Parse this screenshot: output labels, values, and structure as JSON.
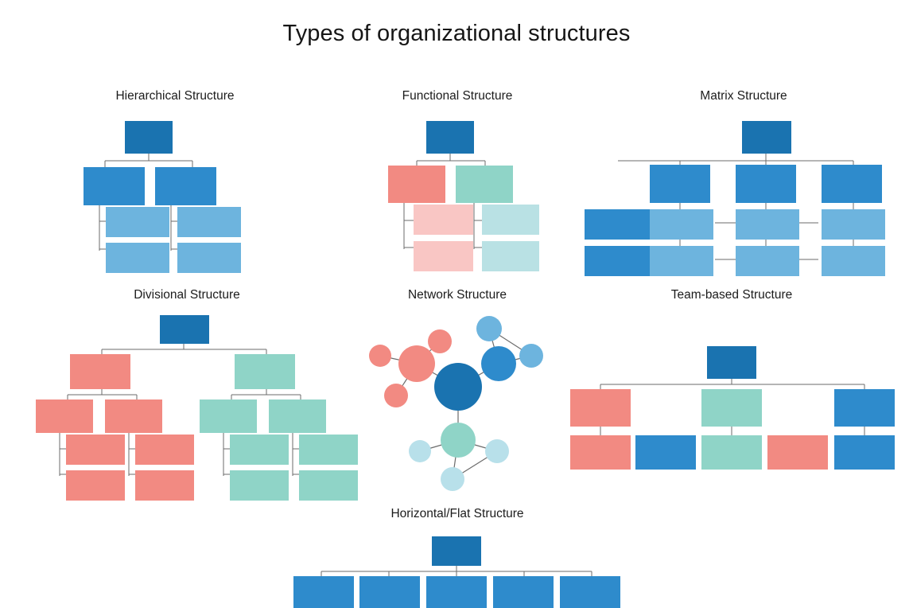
{
  "title": "Types of organizational structures",
  "colors": {
    "root_blue": "#1a73b0",
    "mid_blue": "#2e8bcc",
    "light_blue": "#6db4de",
    "pale_blue": "#b8e0ea",
    "salmon": "#f28a82",
    "pale_pink": "#f9c6c4",
    "teal": "#8fd4c7",
    "pale_teal": "#b9e1e4",
    "connector": "#6b6b6b",
    "background": "#ffffff",
    "text": "#1a1a1a"
  },
  "panels": [
    {
      "id": "hierarchical",
      "label": "Hierarchical Structure"
    },
    {
      "id": "functional",
      "label": "Functional Structure"
    },
    {
      "id": "matrix",
      "label": "Matrix Structure"
    },
    {
      "id": "divisional",
      "label": "Divisional Structure"
    },
    {
      "id": "network",
      "label": "Network Structure"
    },
    {
      "id": "team_based",
      "label": "Team-based Structure"
    },
    {
      "id": "flat",
      "label": "Horizontal/Flat Structure"
    }
  ],
  "chart_data": {
    "type": "diagram",
    "title": "Types of organizational structures",
    "diagram_kind": "organizational-chart-collection",
    "panel_count": 7,
    "diagrams": [
      {
        "name": "Hierarchical Structure",
        "node_count": 7,
        "levels": 3,
        "nodes": [
          {
            "level": 0,
            "color": "root_blue",
            "count": 1
          },
          {
            "level": 1,
            "color": "mid_blue",
            "count": 2
          },
          {
            "level": 2,
            "color": "light_blue",
            "count": 4
          }
        ],
        "connector_style": "elbow"
      },
      {
        "name": "Functional Structure",
        "node_count": 7,
        "levels": 3,
        "nodes": [
          {
            "level": 0,
            "color": "root_blue",
            "count": 1
          },
          {
            "level": 1,
            "color": "salmon/teal",
            "count": 2
          },
          {
            "level": 2,
            "color": "pale_pink/pale_teal",
            "count": 4
          }
        ],
        "connector_style": "elbow"
      },
      {
        "name": "Matrix Structure",
        "node_count": 12,
        "levels": 3,
        "grid": {
          "rows": 2,
          "cols": 3
        },
        "nodes": [
          {
            "level": 0,
            "color": "root_blue",
            "count": 1
          },
          {
            "level": 1,
            "color": "mid_blue",
            "count": 3,
            "role": "column-head"
          },
          {
            "level": 2,
            "color": "mid_blue",
            "count": 2,
            "role": "row-head"
          },
          {
            "level": 2,
            "color": "light_blue",
            "count": 6,
            "role": "cell"
          }
        ],
        "connector_style": "bus+cross-links"
      },
      {
        "name": "Divisional Structure",
        "node_count": 15,
        "levels": 4,
        "nodes": [
          {
            "level": 0,
            "color": "root_blue",
            "count": 1
          },
          {
            "level": 1,
            "color": "salmon/teal",
            "count": 2
          },
          {
            "level": 2,
            "color": "salmon/teal",
            "count": 4
          },
          {
            "level": 3,
            "color": "salmon/teal",
            "count": 8
          }
        ],
        "connector_style": "elbow"
      },
      {
        "name": "Network Structure",
        "node_count": 11,
        "topology": "hub-and-spoke",
        "hub": {
          "color": "root_blue",
          "radius": 30
        },
        "clusters": [
          {
            "color": "salmon",
            "hub_radius": 23,
            "satellites": 3,
            "satellite_radius": 14
          },
          {
            "color": "mid_blue",
            "hub_radius": 22,
            "satellites": 2,
            "satellite_radius": 14
          },
          {
            "color": "teal",
            "hub_radius": 22,
            "satellites": 3,
            "satellite_radius": 14
          }
        ],
        "connector_style": "straight-edges"
      },
      {
        "name": "Team-based Structure",
        "node_count": 9,
        "levels": 3,
        "nodes": [
          {
            "level": 0,
            "color": "root_blue",
            "count": 1
          },
          {
            "level": 1,
            "color": "salmon/teal/mid_blue",
            "count": 3
          },
          {
            "level": 2,
            "color": "salmon/mid_blue/teal/salmon/mid_blue",
            "count": 5
          }
        ],
        "connector_style": "bus"
      },
      {
        "name": "Horizontal/Flat Structure",
        "node_count": 6,
        "levels": 2,
        "nodes": [
          {
            "level": 0,
            "color": "root_blue",
            "count": 1
          },
          {
            "level": 1,
            "color": "mid_blue",
            "count": 5
          }
        ],
        "connector_style": "bus"
      }
    ]
  }
}
